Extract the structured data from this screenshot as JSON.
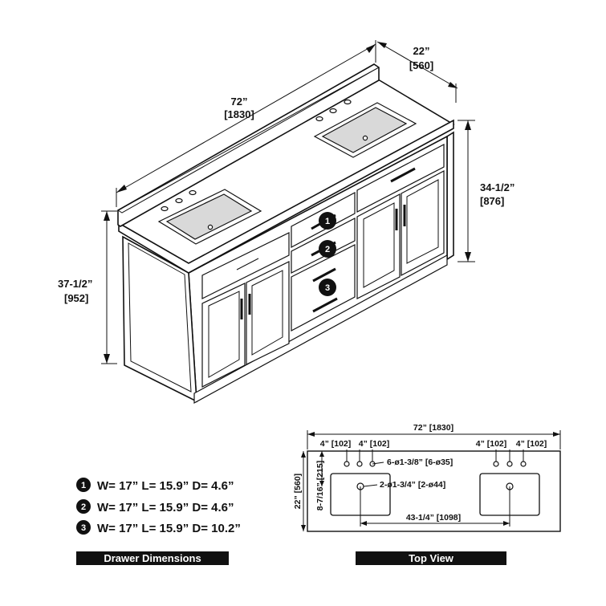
{
  "iso": {
    "width": {
      "imperial": "72”",
      "metric": "[1830]"
    },
    "depth": {
      "imperial": "22”",
      "metric": "[560]"
    },
    "counter_height": {
      "imperial": "34-1/2”",
      "metric": "[876]"
    },
    "total_height": {
      "imperial": "37-1/2”",
      "metric": "[952]"
    },
    "drawer_badges": [
      "1",
      "2",
      "3"
    ]
  },
  "drawers": {
    "items": [
      {
        "badge": "1",
        "text": "W= 17” L= 15.9” D= 4.6”"
      },
      {
        "badge": "2",
        "text": "W= 17” L= 15.9” D= 4.6”"
      },
      {
        "badge": "3",
        "text": "W= 17” L= 15.9” D= 10.2”"
      }
    ],
    "banner": "Drawer Dimensions"
  },
  "top_view": {
    "width_label": "72” [1830]",
    "depth_label": "22” [560]",
    "hole_spacing": [
      "4” [102]",
      "4” [102]",
      "4” [102]",
      "4” [102]"
    ],
    "holes_label": "6-ø1-3/8” [6-ø35]",
    "drain_label": "2-ø1-3/4” [2-ø44]",
    "side_offset_label": "8-7/16” [215]",
    "center_distance_label": "43-1/4” [1098]",
    "banner": "Top View"
  }
}
